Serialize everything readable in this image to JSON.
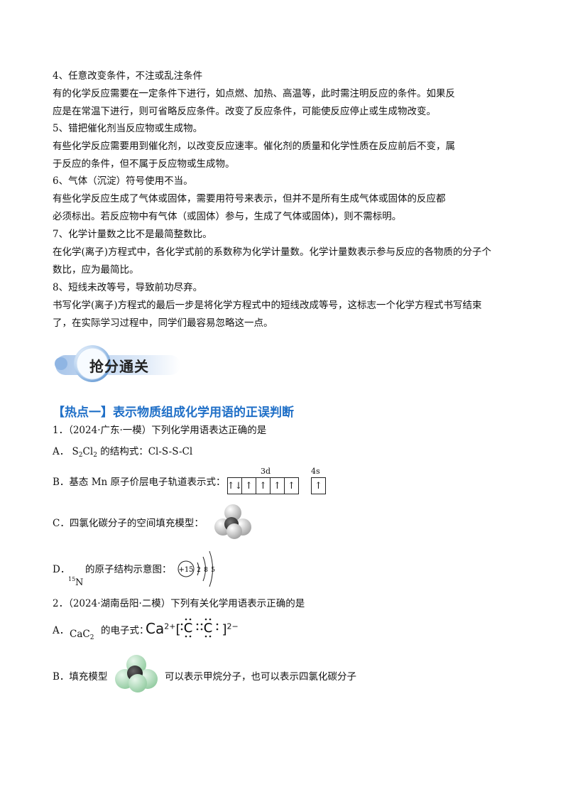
{
  "errors": [
    {
      "heading": "4、任意改变条件，不注或乱注条件",
      "lines": [
        "有的化学反应需要在一定条件下进行，如点燃、加热、高温等，此时需注明反应的条件。如果反",
        "应是在常温下进行，则可省略反应条件。改变了反应条件，可能使反应停止或生成物改变。"
      ]
    },
    {
      "heading": "5、错把催化剂当反应物或生成物。",
      "lines": [
        "有些化学反应需要用到催化剂，以改变反应速率。催化剂的质量和化学性质在反应前后不变，属",
        "于反应的条件，但不属于反应物或生成物。"
      ]
    },
    {
      "heading": "6、气体（沉淀）符号使用不当。",
      "lines": [
        "有些化学反应生成了气体或固体，需要用符号来表示，但并不是所有生成气体或固体的反应都",
        "必须标出。若反应物中有气体（或固体）参与，生成了气体或固体)，则不需标明。"
      ]
    },
    {
      "heading": "7、化学计量数之比不是最简整数比。",
      "lines": [
        "在化学(离子)方程式中，各化学式前的系数称为化学计量数。化学计量数表示参与反应的各物质的分子个",
        "数比，应为最简比。"
      ]
    },
    {
      "heading": "8、短线未改等号，导致前功尽弃。",
      "lines": [
        "书写化学(离子)方程式的最后一步是将化学方程式中的短线改成等号，这标志一个化学方程式书写结束",
        "了，在实际学习过程中，同学们最容易忽略这一点。"
      ]
    }
  ],
  "banner_title": "抢分通关",
  "hotspot_title": "【热点一】表示物质组成化学用语的正误判断",
  "q1": {
    "stem": "1．（2024·广东·一模）下列化学用语表达正确的是",
    "A_label": "A．",
    "A_formula_main": "S",
    "A_sub1": "2",
    "A_formula_cl": "Cl",
    "A_sub2": "2",
    "A_text": "的结构式：Cl-S-S-Cl",
    "B_text": "B．基态 Mn 原子价层电子轨道表示式：",
    "B_label_3d": "3d",
    "B_label_4s": "4s",
    "B_cells": [
      "↑↓",
      "↑",
      "↑",
      "↑",
      "↑"
    ],
    "B_cell_4s": "↑",
    "C_text": "C．四氯化碳分子的空间填充模型：",
    "D_label": "D．",
    "D_mass": "15",
    "D_symbol": "N",
    "D_text": "的原子结构示意图：",
    "D_nucleus": "+15",
    "D_shells": [
      "2",
      "8",
      "5"
    ]
  },
  "q2": {
    "stem": "2．（2024·湖南岳阳·二模）下列有关化学用语表示正确的是",
    "A_label": "A．",
    "A_formula": "CaC",
    "A_sub": "2",
    "A_text": "的电子式：",
    "A_ca": "Ca",
    "A_ca_charge": "2+",
    "A_carbon": "C",
    "A_anion_charge": "2−",
    "B_label": "B．填充模型",
    "B_text": "可以表示甲烷分子，也可以表示四氯化碳分子"
  }
}
